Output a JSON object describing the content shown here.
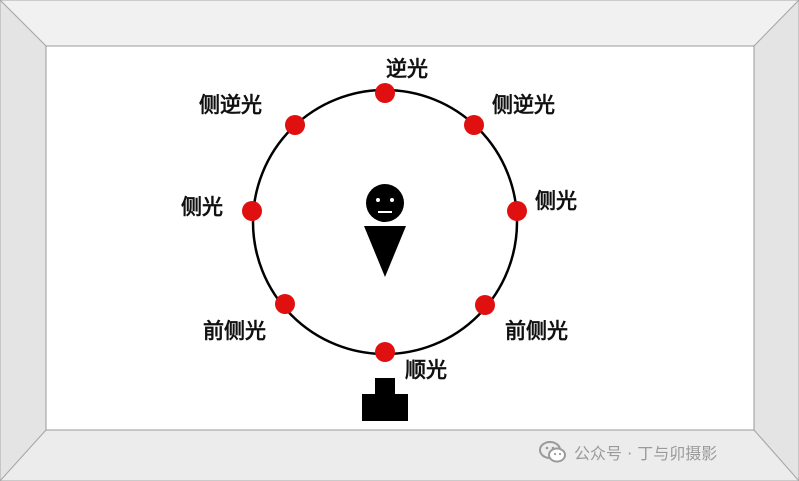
{
  "labels": {
    "top": "逆光",
    "top_left": "侧逆光",
    "top_right": "侧逆光",
    "left": "侧光",
    "right": "侧光",
    "bottom_left": "前侧光",
    "bottom_right": "前侧光",
    "bottom": "顺光"
  },
  "watermark": {
    "text": "公众号 · 丁与卯摄影",
    "icon": "wechat-icon"
  },
  "colors": {
    "light_dot": "#e01010",
    "frame_light": "#ececec",
    "frame_dark": "#d4d4d4",
    "frame_edge": "#9a9a9a",
    "figure": "#000000"
  }
}
